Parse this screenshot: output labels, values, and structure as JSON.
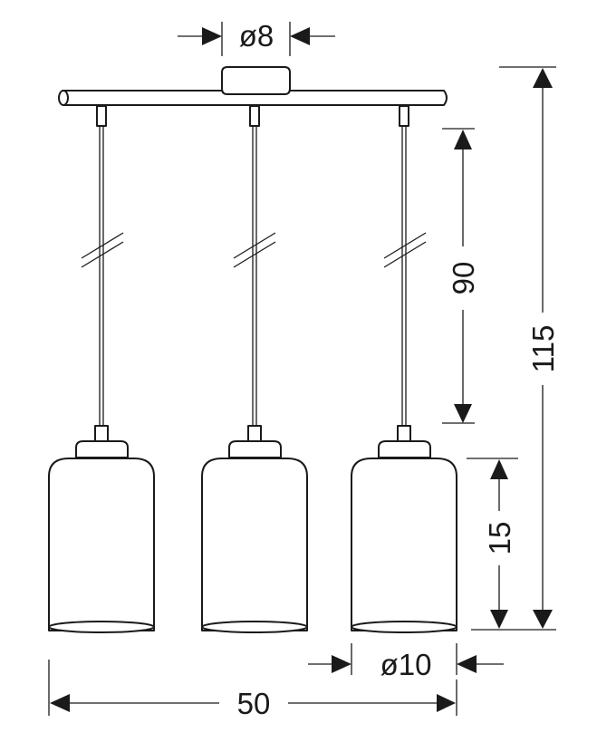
{
  "dimensions": {
    "canopy_diameter": "ø8",
    "cable_length": "90",
    "total_height": "115",
    "shade_height": "15",
    "shade_diameter": "ø10",
    "total_width": "50"
  }
}
